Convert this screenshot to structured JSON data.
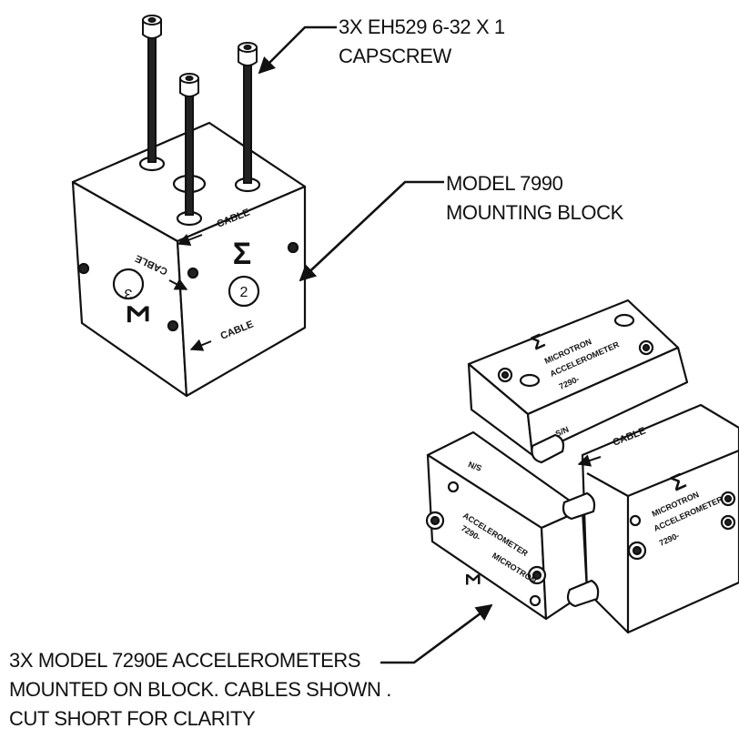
{
  "callouts": {
    "capscrew": {
      "line1": "3X EH529 6-32 X 1",
      "line2": "CAPSCREW"
    },
    "block": {
      "line1": "MODEL 7990",
      "line2": "MOUNTING BLOCK"
    },
    "accel": {
      "line1": "3X MODEL 7290E ACCELEROMETERS",
      "line2": "MOUNTED ON BLOCK. CABLES SHOWN  .",
      "line3": "CUT SHORT FOR CLARITY"
    }
  },
  "block_labels": {
    "cable": "CABLE",
    "face_left_number": "3",
    "face_right_number": "2",
    "logo_symbol": "Σ"
  },
  "sensor_labels": {
    "brand": "MICROTRON",
    "product": "ACCELEROMETER",
    "model": "7290-",
    "sn": "S/N",
    "cable": "CABLE"
  },
  "colors": {
    "ink": "#111111",
    "paper": "#ffffff"
  }
}
